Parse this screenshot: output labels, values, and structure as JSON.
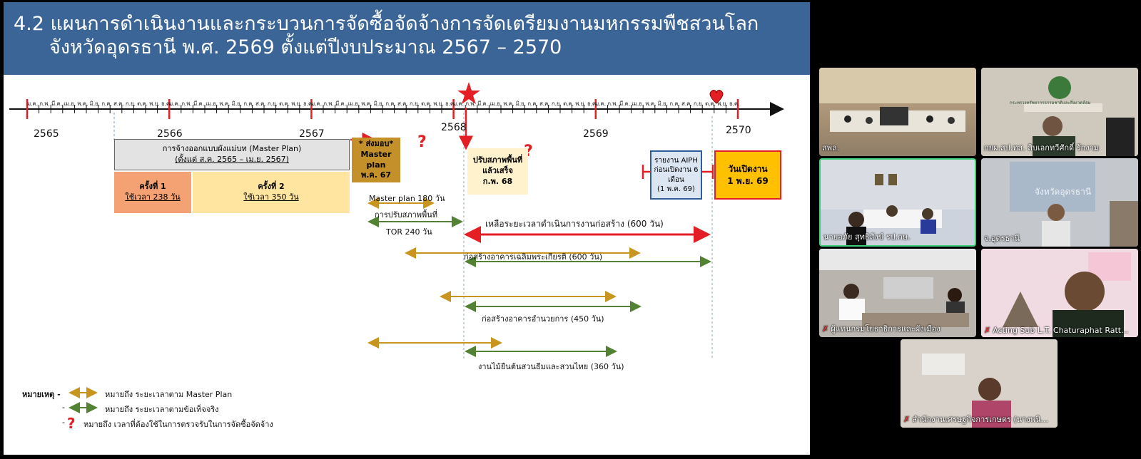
{
  "slide": {
    "title_line1": "4.2 แผนการดำเนินงานและกระบวนการจัดซื้อจัดจ้างการจัดเตรียมงานมหกรรมพืชสวนโลก",
    "title_line2": "จังหวัดอุดรธานี พ.ศ. 2569 ตั้งแต่ปีงบประมาณ 2567 – 2570",
    "years": [
      "2565",
      "2566",
      "2567",
      "2568",
      "2569",
      "2570"
    ],
    "master_plan_box": {
      "line1": "การจ้างออกแบบผังแม่บท (Master Plan)",
      "line2": "(ตั้งแต่ ส.ค. 2565 – เม.ย. 2567)"
    },
    "round1": {
      "title": "ครั้งที่ 1",
      "duration": "ใช้เวลา 238 วัน"
    },
    "round2": {
      "title": "ครั้งที่ 2",
      "duration": "ใช้เวลา 350 วัน"
    },
    "handover": {
      "line1": "* ส่งมอบ*",
      "line2": "Master plan",
      "line3": "พ.ค. 67"
    },
    "site_improve": {
      "line1": "ปรับสภาพพื้นที่",
      "line2": "แล้วเสร็จ",
      "line3": "ก.พ.  68"
    },
    "aiph_report": {
      "line1": "รายงาน AIPH",
      "line2": "ก่อนเปิดงาน 6",
      "line3": "เดือน",
      "line4": "(1 พ.ค. 69)"
    },
    "opening_day": {
      "line1": "วันเปิดงาน",
      "line2": "1 พ.ย. 69"
    },
    "arrow_labels": {
      "mp180": "Master plan 180 วัน",
      "site_improve": "การปรับสภาพพื้นที่",
      "tor240": "TOR 240 วัน",
      "remaining": "เหลือระยะเวลาดำเนินการงานก่อสร้าง (600 วัน)",
      "building_celebrate": "ก่อสร้างอาคารเฉลิมพระเกียรติ (600 วัน)",
      "building_admin": "ก่อสร้างอาคารอำนวยการ (450 วัน)",
      "landscape": "งานไม้ยืนต้นสวนธีมและสวนไทย  (360 วัน)"
    },
    "legend": {
      "title": "หมายเหตุ -",
      "dash": "-",
      "item1": "หมายถึง ระยะเวลาตาม Master Plan",
      "item2": "หมายถึง ระยะเวลาตามข้อเท็จจริง",
      "item3": "หมายถึง เวลาที่ต้องใช้ในการตรวจรับในการจัดซื้อจัดจ้าง"
    },
    "month_ticks": "ม.ค. ก.พ. มี.ค. เม.ย. พ.ค. มิ.ย. ก.ค. ส.ค. ก.ย. ต.ค. พ.ย. ธ.ค.",
    "colors": {
      "header": "#3b6596",
      "gold": "#c8961e",
      "green": "#548235",
      "red": "#e31e24"
    }
  },
  "participants": [
    {
      "name": "สพล."
    },
    {
      "name": "กยผ.สป.ทส. สิบเอกทวีศักดิ์ รักงาม"
    },
    {
      "name": "นายอภัย สุทธิสังข์ รป.กษ."
    },
    {
      "name": "จ.อุดรธานี"
    },
    {
      "name": "ผู้แทนกรมโยธาธิการและผังเมือง",
      "muted": true
    },
    {
      "name": "Acting Sub L.T. Chaturaphat Ratt...",
      "muted": true
    },
    {
      "name": "สำนักงานเศรษฐกิจการเกษตร (นางพนิ...",
      "muted": true
    }
  ],
  "tile3_sign": "จังหวัดอุดรธานี",
  "tile2_sign": "กระทรวงทรัพยากรธรรมชาติและสิ่งแวดล้อม"
}
